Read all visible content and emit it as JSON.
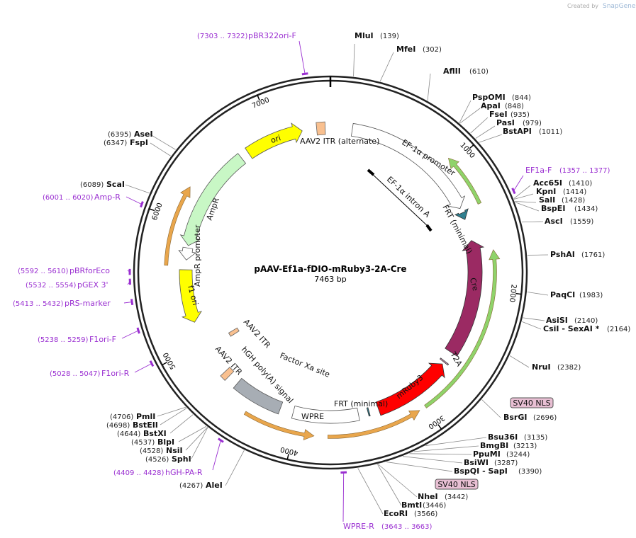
{
  "credit": {
    "created_by": "Created by",
    "brand": "SnapGene"
  },
  "plasmid": {
    "name": "pAAV-Ef1a-fDIO-mRuby3-2A-Cre",
    "length": "7463 bp",
    "size_bp": 7463
  },
  "ticks": [
    "1000",
    "2000",
    "3000",
    "4000",
    "5000",
    "6000",
    "7000"
  ],
  "enzymes": [
    {
      "name": "MluI",
      "pos": "(139)"
    },
    {
      "name": "MfeI",
      "pos": "(302)"
    },
    {
      "name": "AflII",
      "pos": "(610)"
    },
    {
      "name": "PspOMI",
      "pos": "(844)"
    },
    {
      "name": "ApaI",
      "pos": "(848)"
    },
    {
      "name": "FseI",
      "pos": "(935)"
    },
    {
      "name": "PasI",
      "pos": "(979)"
    },
    {
      "name": "BstAPI",
      "pos": "(1011)"
    },
    {
      "name": "Acc65I",
      "pos": "(1410)"
    },
    {
      "name": "KpnI",
      "pos": "(1414)"
    },
    {
      "name": "SalI",
      "pos": "(1428)"
    },
    {
      "name": "BspEI",
      "pos": "(1434)"
    },
    {
      "name": "AscI",
      "pos": "(1559)"
    },
    {
      "name": "PshAI",
      "pos": "(1761)"
    },
    {
      "name": "PaqCI",
      "pos": "(1983)"
    },
    {
      "name": "AsiSI",
      "pos": "(2140)"
    },
    {
      "name": "CsiI  - SexAI *",
      "pos": "(2164)"
    },
    {
      "name": "NruI",
      "pos": "(2382)"
    },
    {
      "name": "BsrGI",
      "pos": "(2696)"
    },
    {
      "name": "Bsu36I",
      "pos": "(3135)"
    },
    {
      "name": "BmgBI",
      "pos": "(3213)"
    },
    {
      "name": "PpuMI",
      "pos": "(3244)"
    },
    {
      "name": "BsiWI",
      "pos": "(3287)"
    },
    {
      "name": "BspQI  - SapI",
      "pos": "(3390)"
    },
    {
      "name": "NheI",
      "pos": "(3442)"
    },
    {
      "name": "BmtI",
      "pos": "(3446)"
    },
    {
      "name": "EcoRI",
      "pos": "(3566)"
    },
    {
      "name": "AleI",
      "pos": "(4267)"
    },
    {
      "name": "SphI",
      "pos": "(4526)"
    },
    {
      "name": "NsiI",
      "pos": "(4528)"
    },
    {
      "name": "BlpI",
      "pos": "(4537)"
    },
    {
      "name": "BstXI",
      "pos": "(4644)"
    },
    {
      "name": "BstEII",
      "pos": "(4698)"
    },
    {
      "name": "PmlI",
      "pos": "(4706)"
    },
    {
      "name": "ScaI",
      "pos": "(6089)"
    },
    {
      "name": "FspI",
      "pos": "(6347)"
    },
    {
      "name": "AseI",
      "pos": "(6395)"
    }
  ],
  "primers": [
    {
      "name": "pBR322ori-F",
      "range": "(7303 .. 7322)"
    },
    {
      "name": "EF1a-F",
      "range": "(1357 .. 1377)"
    },
    {
      "name": "Amp-R",
      "range": "(6001 .. 6020)"
    },
    {
      "name": "pBRforEco",
      "range": "(5592 .. 5610)"
    },
    {
      "name": "pGEX 3'",
      "range": "(5532 .. 5554)"
    },
    {
      "name": "pRS-marker",
      "range": "(5413 .. 5432)"
    },
    {
      "name": "F1ori-F",
      "range": "(5238 .. 5259)"
    },
    {
      "name": "F1ori-R",
      "range": "(5028 .. 5047)"
    },
    {
      "name": "hGH-PA-R",
      "range": "(4409 .. 4428)"
    },
    {
      "name": "WPRE-R",
      "range": "(3643 .. 3663)"
    }
  ],
  "features": [
    {
      "name": "ori",
      "color": "#ffff00"
    },
    {
      "name": "AAV2 ITR (alternate)",
      "color": "#f9c08f"
    },
    {
      "name": "EF-1α promoter",
      "color": "#ffffff"
    },
    {
      "name": "EF-1α intron A",
      "color": "#000000"
    },
    {
      "name": "FRT (minimal)",
      "color": "#2f7f8f"
    },
    {
      "name": "Cre",
      "color": "#9b2a63"
    },
    {
      "name": "T2A",
      "color": "#d9a0c0"
    },
    {
      "name": "mRuby3",
      "color": "#ff0000"
    },
    {
      "name": "FRT (minimal)",
      "color": "#2f7f8f"
    },
    {
      "name": "WPRE",
      "color": "#ffffff"
    },
    {
      "name": "hGH poly(A) signal",
      "color": "#a7adb4"
    },
    {
      "name": "AAV2 ITR",
      "color": "#f9c08f"
    },
    {
      "name": "AAV2 ITR",
      "color": "#f9c08f"
    },
    {
      "name": "Factor Xa site",
      "color": "#888888"
    },
    {
      "name": "f1 ori",
      "color": "#ffff00"
    },
    {
      "name": "AmpR promoter",
      "color": "#ffffff"
    },
    {
      "name": "AmpR",
      "color": "#c8f7c5"
    }
  ],
  "nls_boxes": [
    "SV40 NLS",
    "SV40 NLS"
  ]
}
